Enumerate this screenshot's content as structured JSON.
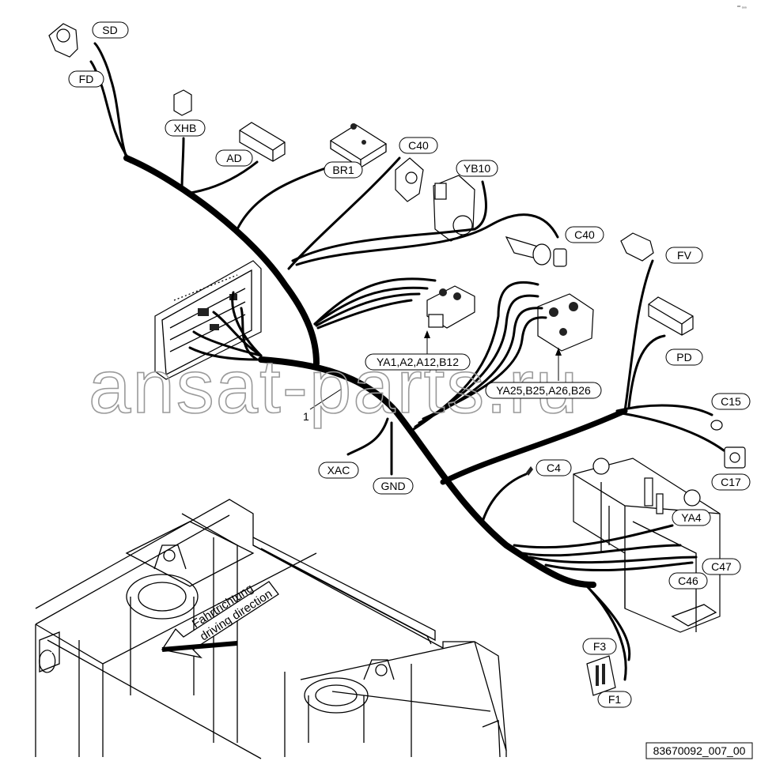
{
  "labels": {
    "sd": "SD",
    "fd": "FD",
    "xhb": "XHB",
    "ad": "AD",
    "br1": "BR1",
    "c40_top": "C40",
    "yb10": "YB10",
    "c40_right": "C40",
    "fv": "FV",
    "pd": "PD",
    "c15": "C15",
    "c17": "C17",
    "ya_group1": "YA1,A2,A12,B12",
    "ya_group2": "YA25,B25,A26,B26",
    "xac": "XAC",
    "gnd": "GND",
    "c4": "C4",
    "ya4": "YA4",
    "c47": "C47",
    "c46": "C46",
    "f3": "F3",
    "f1": "F1",
    "item1": "1"
  },
  "direction": {
    "line1": "Fahrtrichtung",
    "line2": "driving direction"
  },
  "drawing_number": "83670092_007_00",
  "watermark": "ansat-parts.ru",
  "corner_mark": "⁸⁸ ₀₀₀"
}
